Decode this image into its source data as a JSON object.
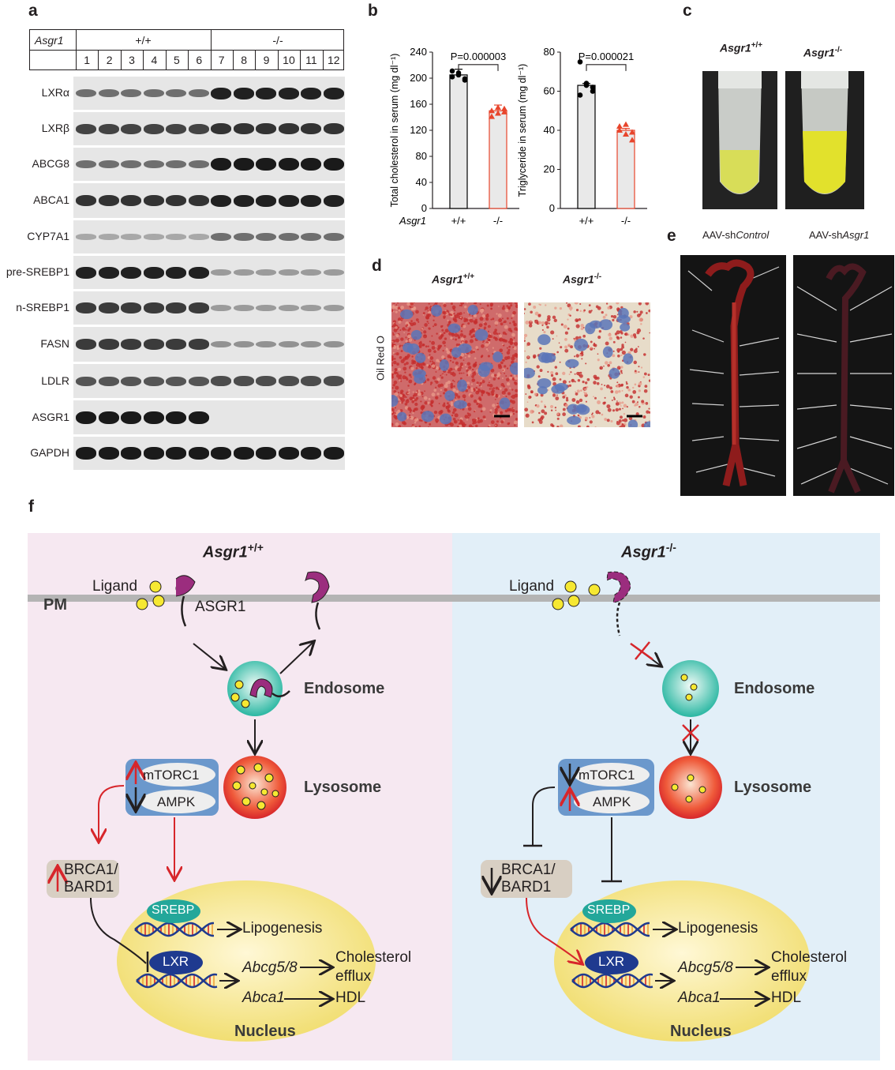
{
  "panels": {
    "a": "a",
    "b": "b",
    "c": "c",
    "d": "d",
    "e": "e",
    "f": "f"
  },
  "panel_a": {
    "gene_label": "Asgr1",
    "group_wt": "+/+",
    "group_ko": "-/-",
    "lanes": [
      "1",
      "2",
      "3",
      "4",
      "5",
      "6",
      "7",
      "8",
      "9",
      "10",
      "11",
      "12"
    ],
    "blots": [
      {
        "name": "LXRα",
        "wt": 0.45,
        "ko": 0.9
      },
      {
        "name": "LXRβ",
        "wt": 0.7,
        "ko": 0.8
      },
      {
        "name": "ABCG8",
        "wt": 0.45,
        "ko": 1.0
      },
      {
        "name": "ABCA1",
        "wt": 0.8,
        "ko": 0.9
      },
      {
        "name": "CYP7A1",
        "wt": 0.12,
        "ko": 0.45
      },
      {
        "name": "pre-SREBP1",
        "wt": 0.9,
        "ko": 0.2
      },
      {
        "name": "n-SREBP1",
        "wt": 0.75,
        "ko": 0.2
      },
      {
        "name": "FASN",
        "wt": 0.75,
        "ko": 0.25
      },
      {
        "name": "LDLR",
        "wt": 0.6,
        "ko": 0.65
      },
      {
        "name": "ASGR1",
        "wt": 1.0,
        "ko": 0.0
      },
      {
        "name": "GAPDH",
        "wt": 0.95,
        "ko": 0.95
      }
    ]
  },
  "chart_data": [
    {
      "type": "bar",
      "categories": [
        "+/+",
        "-/-"
      ],
      "values": [
        205,
        150
      ],
      "ylabel": "Total cholesterol in serum (mg dl⁻¹)",
      "ylim": [
        0,
        240
      ],
      "yticks": [
        0,
        40,
        80,
        120,
        160,
        200,
        240
      ],
      "xlabel": "Asgr1",
      "pvalue": "P=0.000003",
      "points_wt": [
        202,
        208,
        199,
        211,
        205,
        197
      ],
      "points_ko": [
        141,
        146,
        153,
        150,
        155,
        148
      ],
      "colors": {
        "wt": "#000000",
        "ko": "#e8452c"
      }
    },
    {
      "type": "bar",
      "categories": [
        "+/+",
        "-/-"
      ],
      "values": [
        63,
        40
      ],
      "ylabel": "Triglyceride in serum (mg dl⁻¹)",
      "ylim": [
        0,
        80
      ],
      "yticks": [
        0,
        20,
        40,
        60,
        80
      ],
      "pvalue": "P=0.000021",
      "points_wt": [
        75,
        64,
        60,
        58,
        63,
        62
      ],
      "points_ko": [
        42,
        38,
        35,
        40,
        43,
        39
      ],
      "colors": {
        "wt": "#000000",
        "ko": "#e8452c"
      }
    }
  ],
  "panel_c": {
    "wt_base": "Asgr1",
    "wt_sup": "+/+",
    "ko_base": "Asgr1",
    "ko_sup": "-/-"
  },
  "panel_d": {
    "wt_base": "Asgr1",
    "wt_sup": "+/+",
    "ko_base": "Asgr1",
    "ko_sup": "-/-",
    "side_label": "Oil Red O"
  },
  "panel_e": {
    "left_prefix": "AAV-sh",
    "left_italic": "Control",
    "right_prefix": "AAV-sh",
    "right_italic": "Asgr1"
  },
  "panel_f": {
    "left_title_base": "Asgr1",
    "left_title_sup": "+/+",
    "right_title_base": "Asgr1",
    "right_title_sup": "-/-",
    "pm": "PM",
    "ligand": "Ligand",
    "asgr1": "ASGR1",
    "endosome": "Endosome",
    "lysosome": "Lysosome",
    "mtorc1": "mTORC1",
    "ampk": "AMPK",
    "brca1": "BRCA1/",
    "bard1": "BARD1",
    "srebp": "SREBP",
    "lxr": "LXR",
    "lipogenesis": "Lipogenesis",
    "abcg": "Abcg5/8",
    "abca": "Abca1",
    "chol1": "Cholesterol",
    "chol2": "efflux",
    "hdl": "HDL",
    "nucleus": "Nucleus",
    "colors": {
      "left_bg": "#f6e8f1",
      "right_bg": "#e2eff8",
      "purple": "#9b2d7e",
      "red": "#d7262b",
      "teal": "#23a79a",
      "navy": "#1f3a8f"
    }
  }
}
